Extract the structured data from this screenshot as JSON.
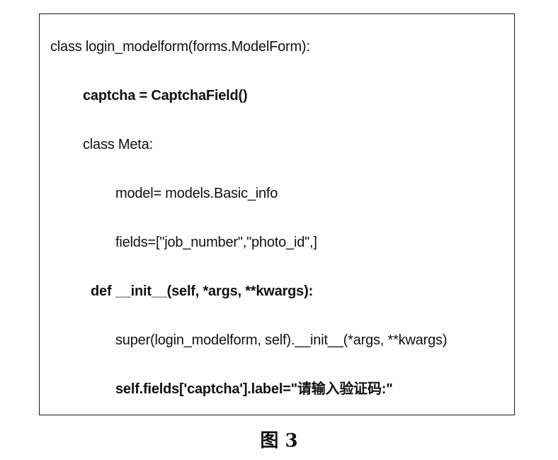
{
  "code": {
    "lines": [
      "class login_modelform(forms.ModelForm):",
      "captcha = CaptchaField()",
      "class Meta:",
      "model= models.Basic_info",
      "fields=[\"job_number\",\"photo_id\",]",
      "def __init__(self, *args, **kwargs):",
      "super(login_modelform, self).__init__(*args, **kwargs)",
      "self.fields['captcha'].label=\"请输入验证码:\""
    ]
  },
  "caption": "图 3"
}
